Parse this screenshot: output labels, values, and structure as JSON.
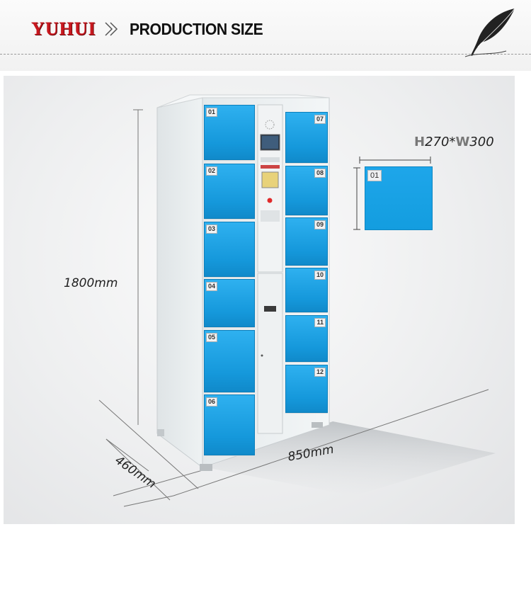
{
  "header": {
    "brand": "YUHUI",
    "title": "PRODUCTION SIZE"
  },
  "dimensions": {
    "height": "1800mm",
    "depth": "460mm",
    "width": "850mm"
  },
  "compartment": {
    "size_label_h": "H",
    "size_label_value1": "270*",
    "size_label_w": "W",
    "size_label_value2": "300",
    "sample_number": "01"
  },
  "lockers": {
    "left_column": [
      "01",
      "02",
      "03",
      "04",
      "05",
      "06"
    ],
    "right_column": [
      "07",
      "08",
      "09",
      "10",
      "11",
      "12"
    ]
  },
  "colors": {
    "brand": "#c8171e",
    "door_blue": "#1ea6ea",
    "cabinet_frame": "#e9eef0"
  }
}
